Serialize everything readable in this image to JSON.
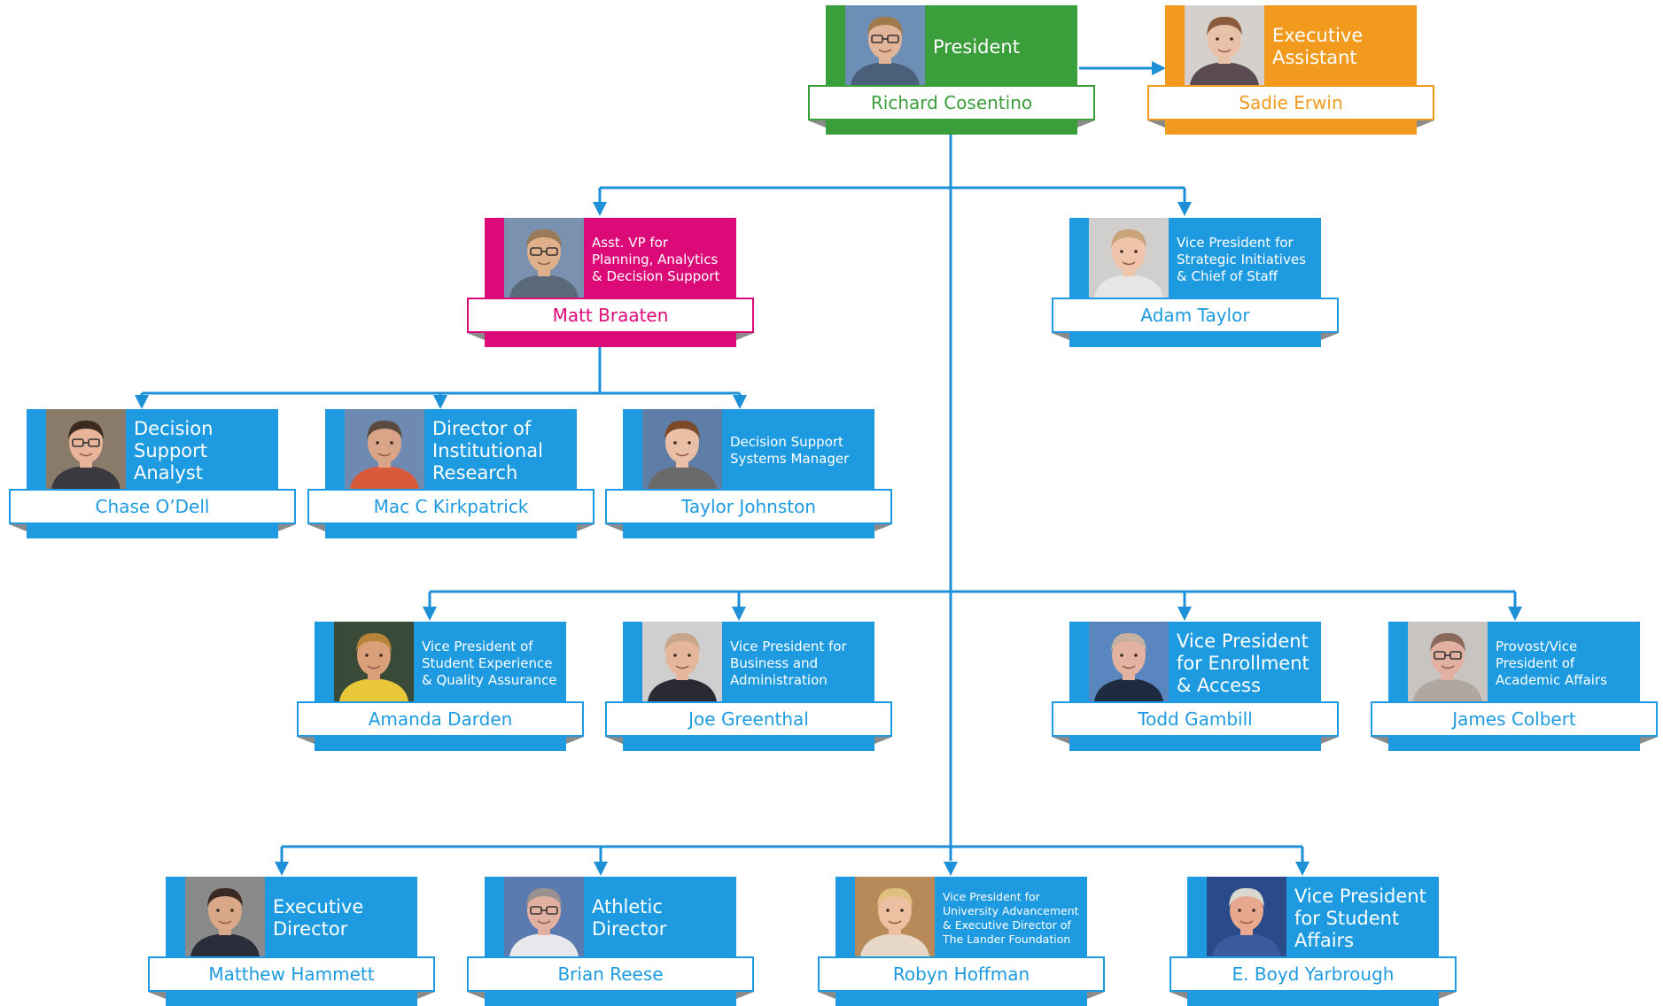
{
  "colors": {
    "green": "#3a9e3a",
    "orange": "#f29a1e",
    "magenta": "#dc0a78",
    "blue": "#1e9be0",
    "line": "#1e90d8"
  },
  "nodes": [
    {
      "id": "president",
      "title": "President",
      "name": "Richard Cosentino",
      "color": "#3a9e3a",
      "size": "normal",
      "photo": {
        "skin": "#e2b59a",
        "hair": "#a07a4a",
        "shirt": "#4a5f7a",
        "bg": "#6d8fb6",
        "glasses": true
      }
    },
    {
      "id": "exec-assistant",
      "title": "Executive Assistant",
      "name": "Sadie Erwin",
      "color": "#f29a1e",
      "size": "normal",
      "photo": {
        "skin": "#e8c2a8",
        "hair": "#8a5a3a",
        "shirt": "#5a4a52",
        "bg": "#d6d0cc",
        "glasses": false
      }
    },
    {
      "id": "asst-vp",
      "title": "Asst. VP for Planning, Analytics & Decision Support",
      "name": "Matt Braaten",
      "color": "#dc0a78",
      "size": "small",
      "photo": {
        "skin": "#e0b08c",
        "hair": "#9a7a5a",
        "shirt": "#5a6a78",
        "bg": "#7a92b0",
        "glasses": true
      }
    },
    {
      "id": "vp-strategic",
      "title": "Vice President for Strategic Initiatives & Chief of Staff",
      "name": "Adam Taylor",
      "color": "#1e9be0",
      "size": "small",
      "photo": {
        "skin": "#efc4aa",
        "hair": "#c9a47a",
        "shirt": "#e6e6e6",
        "bg": "#d0cfcd",
        "glasses": false
      }
    },
    {
      "id": "decision-analyst",
      "title": "Decision Support Analyst",
      "name": "Chase O’Dell",
      "color": "#1e9be0",
      "size": "normal",
      "photo": {
        "skin": "#e8b49a",
        "hair": "#3a2a20",
        "shirt": "#3a3a40",
        "bg": "#8a7a6a",
        "glasses": true
      }
    },
    {
      "id": "dir-research",
      "title": "Director of Institutional Research",
      "name": "Mac C Kirkpatrick",
      "color": "#1e9be0",
      "size": "normal",
      "photo": {
        "skin": "#d9a488",
        "hair": "#5a4a40",
        "shirt": "#d85a3a",
        "bg": "#6e8ab0",
        "glasses": false
      }
    },
    {
      "id": "ds-manager",
      "title": "Decision Support Systems Manager",
      "name": "Taylor Johnston",
      "color": "#1e9be0",
      "size": "small",
      "photo": {
        "skin": "#e9c0a6",
        "hair": "#7a4a2a",
        "shirt": "#6a6a6a",
        "bg": "#5e7ea8",
        "glasses": false
      }
    },
    {
      "id": "vp-student-exp",
      "title": "Vice President of Student Experience & Quality Assurance",
      "name": "Amanda Darden",
      "color": "#1e9be0",
      "size": "small",
      "photo": {
        "skin": "#d9a07a",
        "hair": "#b8843a",
        "shirt": "#e8c83a",
        "bg": "#3a4a38",
        "glasses": false
      }
    },
    {
      "id": "vp-business",
      "title": "Vice President for Business and Administration",
      "name": "Joe Greenthal",
      "color": "#1e9be0",
      "size": "small",
      "photo": {
        "skin": "#e6b69c",
        "hair": "#c8a68a",
        "shirt": "#2a2a34",
        "bg": "#cfcfcf",
        "glasses": false
      }
    },
    {
      "id": "vp-enrollment",
      "title": "Vice President for Enrollment & Access",
      "name": "Todd Gambill",
      "color": "#1e9be0",
      "size": "normal",
      "photo": {
        "skin": "#e4b2a0",
        "hair": "#c8b0a0",
        "shirt": "#1e2a40",
        "bg": "#5a86c0",
        "glasses": false
      }
    },
    {
      "id": "provost",
      "title": "Provost/Vice President of Academic Affairs",
      "name": "James Colbert",
      "color": "#1e9be0",
      "size": "small",
      "photo": {
        "skin": "#e2b0a0",
        "hair": "#8a6a5a",
        "shirt": "#b0a8a0",
        "bg": "#c8c4c2",
        "glasses": true
      }
    },
    {
      "id": "exec-director",
      "title": "Executive Director",
      "name": "Matthew Hammett",
      "color": "#1e9be0",
      "size": "normal",
      "photo": {
        "skin": "#d8a888",
        "hair": "#3a2a24",
        "shirt": "#2a2e3a",
        "bg": "#8a8a8a",
        "glasses": false
      }
    },
    {
      "id": "athletic-director",
      "title": "Athletic Director",
      "name": "Brian Reese",
      "color": "#1e9be0",
      "size": "normal",
      "photo": {
        "skin": "#e2b0a0",
        "hair": "#9a9090",
        "shirt": "#e8e8ec",
        "bg": "#5a7ab0",
        "glasses": true
      }
    },
    {
      "id": "vp-advancement",
      "title": "Vice President for University Advancement & Executive Director of The Lander Foundation",
      "name": "Robyn Hoffman",
      "color": "#1e9be0",
      "size": "tiny",
      "photo": {
        "skin": "#ecc0a0",
        "hair": "#e0c080",
        "shirt": "#e8d8c8",
        "bg": "#b88a5a",
        "glasses": false
      }
    },
    {
      "id": "vp-student-affairs",
      "title": "Vice President for Student Affairs",
      "name": "E. Boyd Yarbrough",
      "color": "#1e9be0",
      "size": "normal",
      "photo": {
        "skin": "#e8a890",
        "hair": "#d8d8d0",
        "shirt": "#3a5aa0",
        "bg": "#2a4a8a",
        "glasses": false
      }
    }
  ]
}
